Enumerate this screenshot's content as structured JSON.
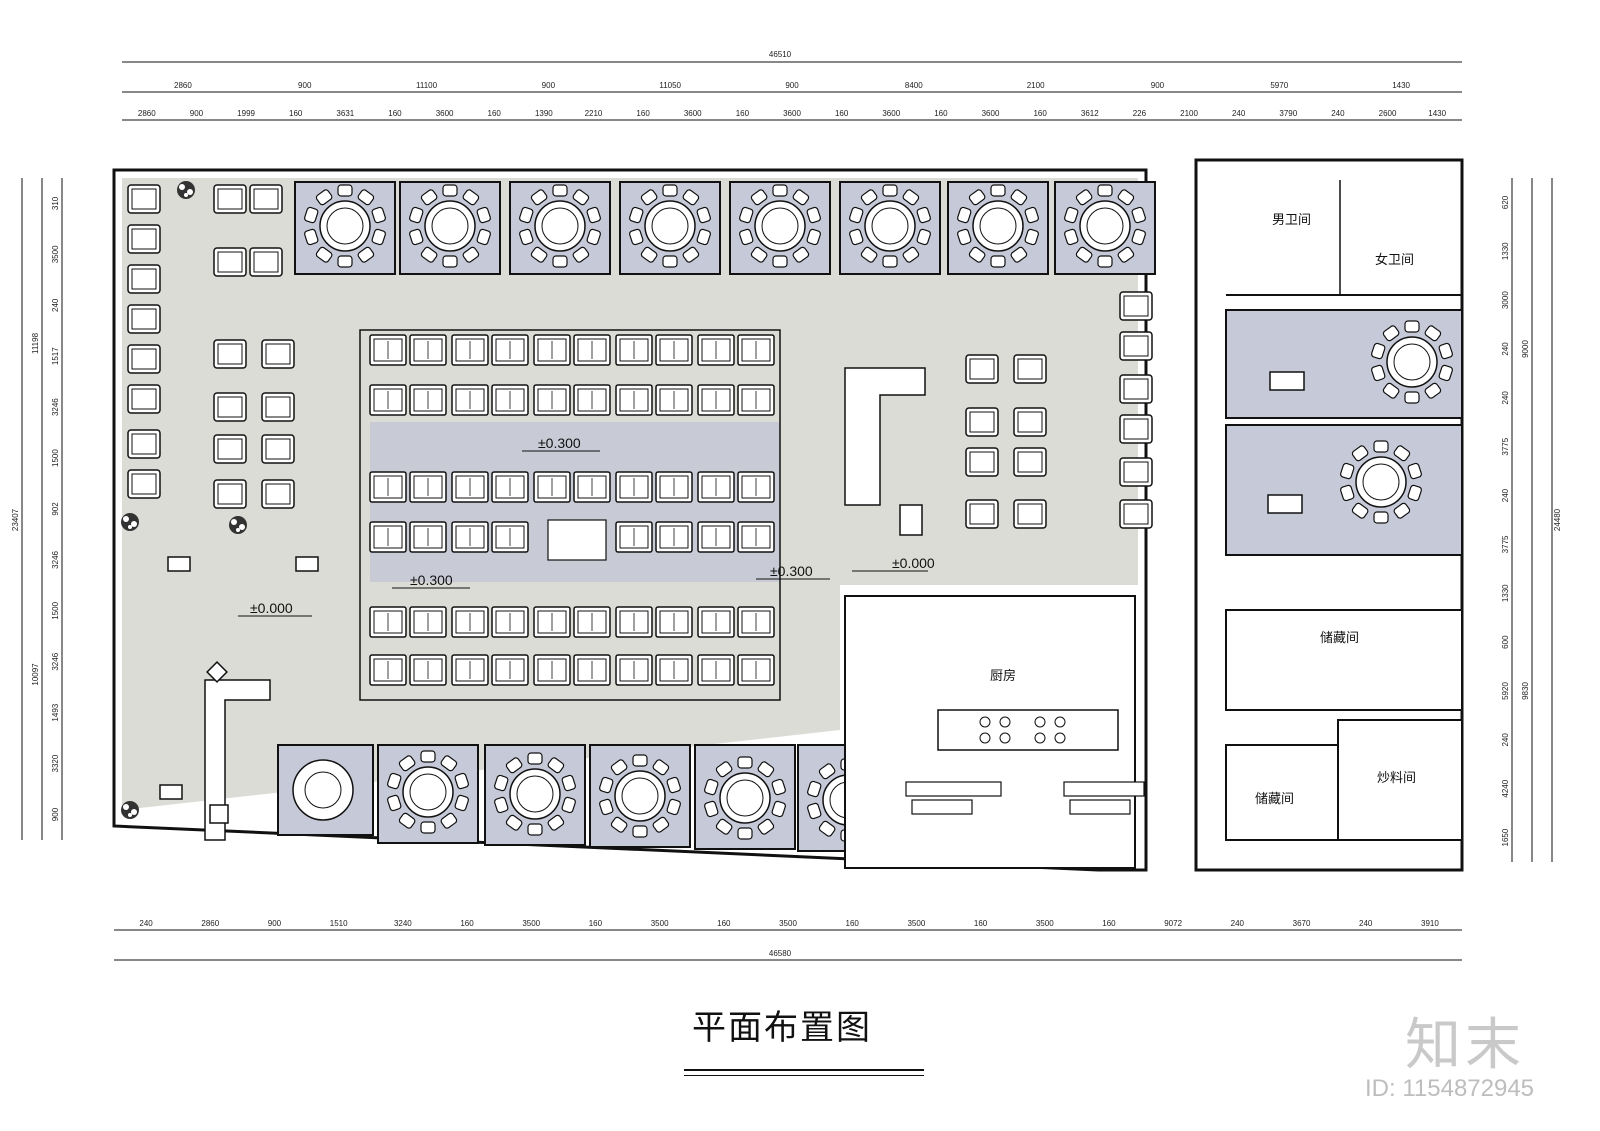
{
  "drawing": {
    "title": "平面布置图",
    "brand": "知末",
    "id_label": "ID: 1154872945"
  },
  "rooms": {
    "mens_toilet": "男卫间",
    "womens_toilet": "女卫间",
    "kitchen": "厨房",
    "storage_large": "储藏间",
    "storage_small": "储藏间",
    "stir_fry_room": "炒料间"
  },
  "levels": {
    "center_top": "±0.300",
    "center_bottom": "±0.300",
    "center_right": "±0.300",
    "left_floor": "±0.000",
    "right_floor": "±0.000"
  },
  "dimensions": {
    "top_total": "46510",
    "top_row2": [
      "2860",
      "900",
      "11100",
      "900",
      "11050",
      "900",
      "8400",
      "2100",
      "900",
      "5970",
      "1430"
    ],
    "top_row3": [
      "2860",
      "900",
      "1999",
      "160",
      "3631",
      "160",
      "3600",
      "160",
      "1390",
      "2210",
      "160",
      "3600",
      "160",
      "3600",
      "160",
      "3600",
      "160",
      "3600",
      "160",
      "3612",
      "226",
      "2100",
      "240",
      "3790",
      "240",
      "2600",
      "1430"
    ],
    "bottom_row1": [
      "240",
      "2860",
      "900",
      "1510",
      "3240",
      "160",
      "3500",
      "160",
      "3500",
      "160",
      "3500",
      "160",
      "3500",
      "160",
      "3500",
      "160",
      "9072",
      "240",
      "3670",
      "240",
      "3910"
    ],
    "bottom_total": "46580",
    "left_outer": "23407",
    "left_mid": [
      "11198",
      "10097"
    ],
    "left_inner": [
      "310",
      "3500",
      "240",
      "1517",
      "3246",
      "1500",
      "902",
      "3246",
      "1500",
      "3246",
      "1493",
      "3320",
      "900"
    ],
    "right_outer": "24480",
    "right_mid": [
      "9000",
      "9830"
    ],
    "right_inner": [
      "620",
      "1330",
      "3000",
      "240",
      "240",
      "3775",
      "240",
      "3775",
      "1330",
      "600",
      "5920",
      "240",
      "4240",
      "1650"
    ]
  }
}
